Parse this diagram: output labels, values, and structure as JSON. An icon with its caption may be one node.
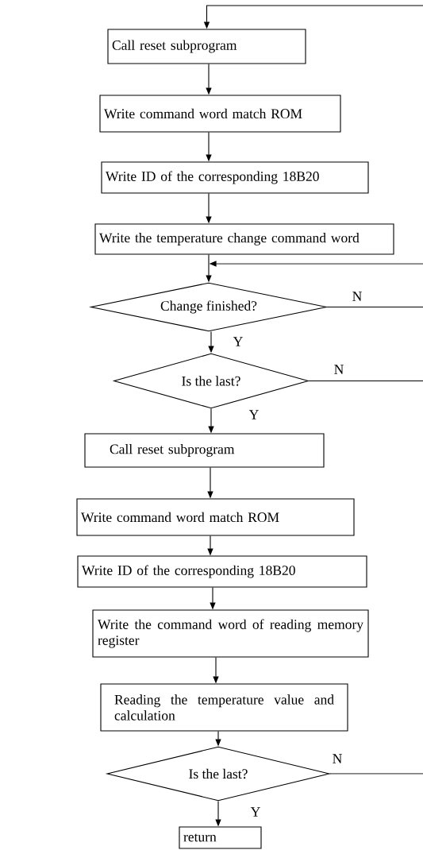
{
  "diagram": {
    "nodes": [
      {
        "text": [
          "Call reset subprogram"
        ]
      },
      {
        "text": [
          "Write command word match ROM"
        ]
      },
      {
        "text": [
          "Write ID of the corresponding 18B20"
        ]
      },
      {
        "text": [
          "Write the temperature change command word"
        ]
      },
      {
        "text": [
          "Change finished?"
        ]
      },
      {
        "text": [
          "Is the last?"
        ]
      },
      {
        "text": [
          "Call reset subprogram"
        ]
      },
      {
        "text": [
          "Write command word match ROM"
        ]
      },
      {
        "text": [
          "Write ID of the corresponding 18B20"
        ]
      },
      {
        "text": [
          "Write the command word of reading memory register"
        ]
      },
      {
        "text": [
          "Reading the temperature value and calculation"
        ]
      },
      {
        "text": [
          "Is the last?"
        ]
      },
      {
        "text": [
          "return"
        ]
      }
    ],
    "edges": [
      {
        "from": null,
        "to": 0,
        "arrow": "to"
      },
      {
        "from": 0,
        "to": 1,
        "arrow": "to"
      },
      {
        "from": 1,
        "to": 2,
        "arrow": "to"
      },
      {
        "from": 2,
        "to": 3,
        "arrow": "to"
      },
      {
        "from": 3,
        "to": 4,
        "arrow": "to"
      },
      {
        "from": null,
        "to": 4,
        "arrow": "to"
      },
      {
        "from": 4,
        "to": null,
        "arrow": "none",
        "label": "N"
      },
      {
        "from": 4,
        "to": 5,
        "arrow": "to",
        "label": "Y"
      },
      {
        "from": 5,
        "to": null,
        "arrow": "none",
        "label": "N"
      },
      {
        "from": 5,
        "to": 6,
        "arrow": "to",
        "label": "Y"
      },
      {
        "from": 6,
        "to": 7,
        "arrow": "to"
      },
      {
        "from": 7,
        "to": 8,
        "arrow": "to"
      },
      {
        "from": 8,
        "to": 9,
        "arrow": "to"
      },
      {
        "from": 9,
        "to": 10,
        "arrow": "to"
      },
      {
        "from": 10,
        "to": 11,
        "arrow": "to"
      },
      {
        "from": 11,
        "to": null,
        "arrow": "none",
        "label": "N"
      },
      {
        "from": 11,
        "to": 12,
        "arrow": "to",
        "label": "Y"
      }
    ]
  }
}
